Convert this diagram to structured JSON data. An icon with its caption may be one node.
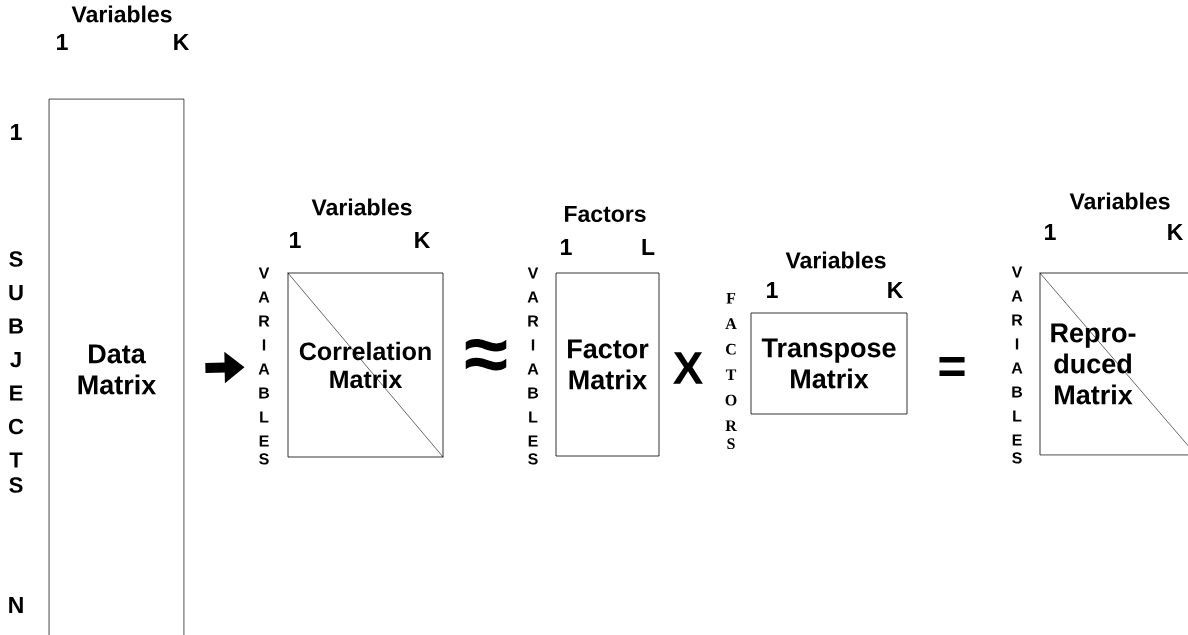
{
  "diagram": {
    "nodes": [
      {
        "text": [
          "Data Matrix"
        ],
        "beside": [
          "Variables",
          "1",
          "K",
          "1",
          "SUBJECTS",
          "N"
        ]
      },
      {
        "text": [
          "Correlation Matrix"
        ],
        "beside": [
          "Variables",
          "1",
          "K",
          "VARIABLES"
        ]
      },
      {
        "text": [
          "Factor Matrix"
        ],
        "beside": [
          "Factors",
          "1",
          "L",
          "VARIABLES"
        ]
      },
      {
        "text": [
          "Transpose Matrix"
        ],
        "beside": [
          "Variables",
          "1",
          "K",
          "FACTORS"
        ]
      },
      {
        "text": [
          "Repro- duced Matrix"
        ],
        "beside": [
          "Variables",
          "1",
          "K",
          "VARIABLES"
        ]
      }
    ],
    "edges": [
      {
        "from": 0,
        "to": 1,
        "arrow": "to"
      }
    ],
    "labels": [
      "≈",
      "X",
      "="
    ]
  }
}
